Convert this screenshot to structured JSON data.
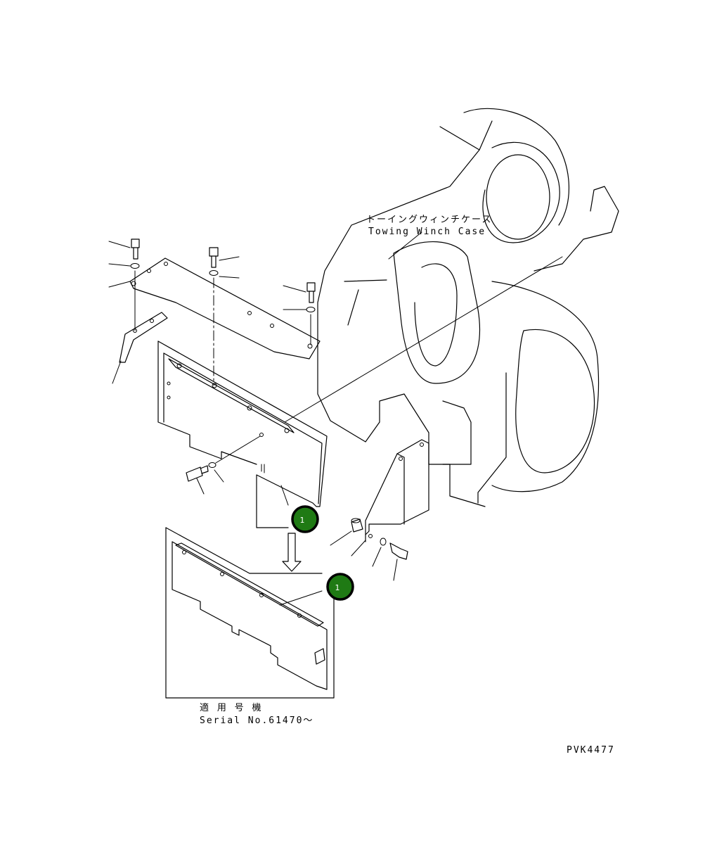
{
  "labels": {
    "case_jp": "トーイングウィンチケース",
    "case_en": "Towing Winch Case",
    "serial_jp": "適 用 号 機",
    "serial_en": "Serial No.61470～",
    "drawing_id": "PVK4477"
  },
  "callouts": [
    {
      "number": "1"
    },
    {
      "number": "1"
    }
  ],
  "colors": {
    "line": "#000000",
    "callout_fill": "#1f7a14",
    "callout_text": "#ffffff",
    "background": "#ffffff"
  }
}
